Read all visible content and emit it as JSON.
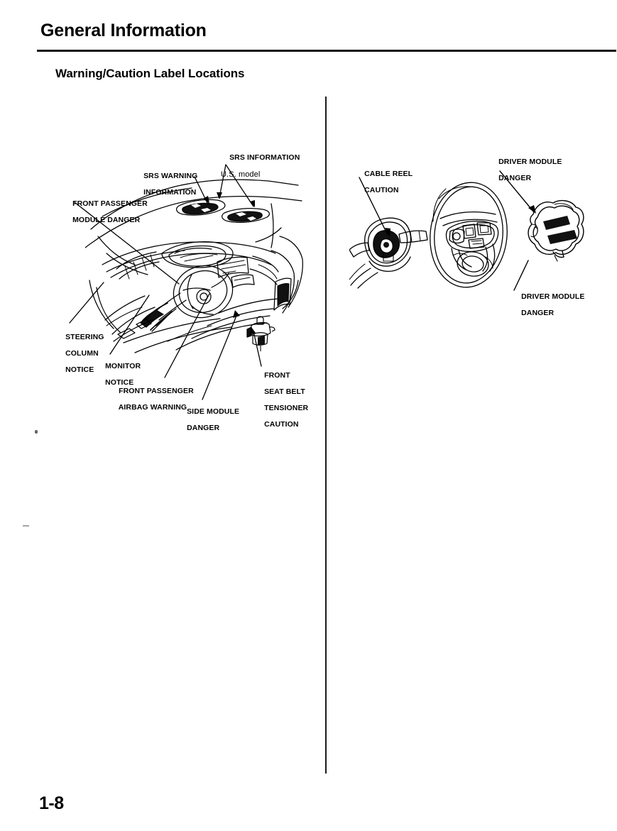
{
  "document": {
    "chapter_title": "General Information",
    "section_title": "Warning/Caution Label Locations",
    "page_number": "1-8"
  },
  "figures": {
    "left": {
      "name": "vehicle-interior-label-locations",
      "callouts": [
        {
          "id": "srs-information",
          "line1": "SRS INFORMATION",
          "line2": "U.S. model"
        },
        {
          "id": "srs-warning-information",
          "line1": "SRS WARNING",
          "line2": "INFORMATION"
        },
        {
          "id": "front-passenger-module-danger",
          "line1": "FRONT PASSENGER",
          "line2": "MODULE DANGER"
        },
        {
          "id": "steering-column-notice",
          "line1": "STEERING",
          "line2": "COLUMN",
          "line3": "NOTICE"
        },
        {
          "id": "monitor-notice",
          "line1": "MONITOR",
          "line2": "NOTICE"
        },
        {
          "id": "front-passenger-airbag-warning",
          "line1": "FRONT PASSENGER",
          "line2": "AIRBAG WARNING"
        },
        {
          "id": "side-module-danger",
          "line1": "SIDE MODULE",
          "line2": "DANGER"
        },
        {
          "id": "front-seat-belt-tensioner-caution",
          "line1": "FRONT",
          "line2": "SEAT BELT",
          "line3": "TENSIONER",
          "line4": "CAUTION"
        }
      ]
    },
    "right": {
      "name": "steering-wheel-label-locations",
      "callouts": [
        {
          "id": "cable-reel-caution",
          "line1": "CABLE REEL",
          "line2": "CAUTION"
        },
        {
          "id": "driver-module-danger-top",
          "line1": "DRIVER MODULE",
          "line2": "DANGER"
        },
        {
          "id": "driver-module-danger-bottom",
          "line1": "DRIVER MODULE",
          "line2": "DANGER"
        }
      ]
    }
  },
  "colors": {
    "ink": "#000000",
    "paper": "#ffffff",
    "rule": "#111111"
  }
}
